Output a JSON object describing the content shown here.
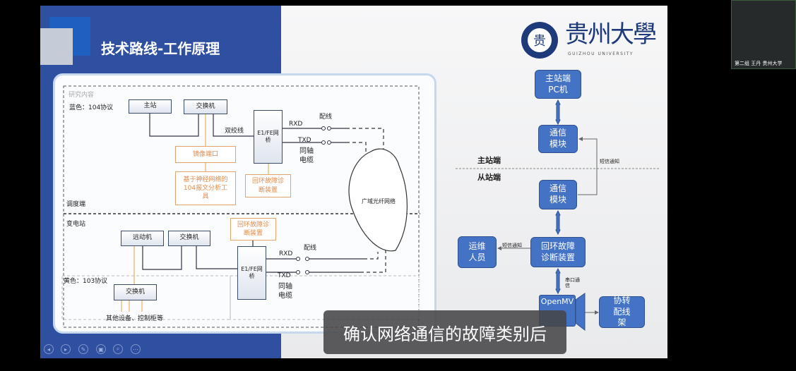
{
  "slide": {
    "title": "技术路线-工作原理",
    "left_diagram": {
      "section_label": "研究内容",
      "blue_protocol": "蓝色：104协议",
      "yellow_protocol": "黄色：103协议",
      "dispatch_label": "调度端",
      "substation_label": "变电站",
      "master": "主站",
      "switch": "交换机",
      "twisted_pair": "双绞线",
      "bridge": "E1/FE网桥",
      "rxd": "RXD",
      "txd": "TXD",
      "wiring": "配线",
      "coax": "同轴电缆",
      "mirror_port": "镜像端口",
      "nn_tool": "基于神经网络的104报文分析工具",
      "loop_device": "回环故障诊断装置",
      "wan": "广域光纤网络",
      "rtu": "远动机",
      "other_devices": "其他设备、控制柜等"
    },
    "logo": {
      "cn": "贵州大學",
      "en": "GUIZHOU UNIVERSITY"
    },
    "flow": {
      "master_pc": "主站端PC机",
      "comm_module": "通信模块",
      "master_side": "主站端",
      "slave_side": "从站端",
      "sms_notice": "短信通知",
      "loop_device": "回环故障诊断装置",
      "ops_staff": "运维人员",
      "serial_comm": "串口通信",
      "openmv": "OpenMV",
      "protocol_frame": "协转配线架"
    }
  },
  "subtitle": "确认网络通信的故障类别后",
  "participant": {
    "name": "第二组 王丹 贵州大学"
  },
  "toolbar": [
    "prev-icon",
    "next-icon",
    "pen-icon",
    "screen-icon",
    "zoom-icon",
    "more-icon"
  ],
  "toolbar_glyphs": [
    "◂",
    "▸",
    "✎",
    "▣",
    "⌕",
    "⋯"
  ]
}
